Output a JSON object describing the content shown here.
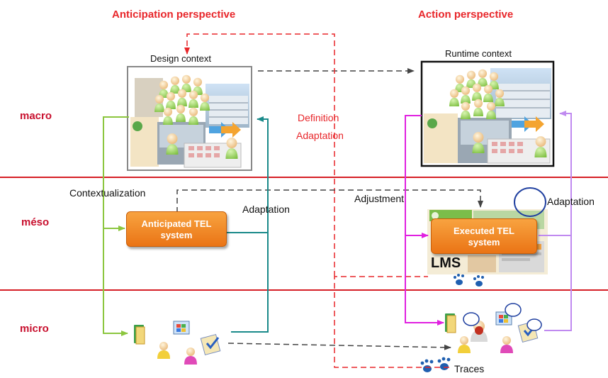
{
  "headers": {
    "anticipation": "Anticipation perspective",
    "action": "Action perspective"
  },
  "levels": {
    "macro": "macro",
    "meso": "méso",
    "micro": "micro"
  },
  "contexts": {
    "design": "Design context",
    "runtime": "Runtime context"
  },
  "labels": {
    "definition": "Definition",
    "adaptation_center": "Adaptation",
    "contextualization": "Contextualization",
    "adaptation_left": "Adaptation",
    "adjustment": "Adjustment",
    "adaptation_right": "Adaptation",
    "traces": "Traces",
    "lms": "LMS"
  },
  "systems": {
    "anticipated": [
      "Anticipated TEL",
      "system"
    ],
    "executed": [
      "Executed TEL",
      "system"
    ]
  },
  "colors": {
    "header_red": "#e8262a",
    "level_line": "#d61f26",
    "green_arrow": "#8cc63f",
    "teal_arrow": "#1a8a8a",
    "magenta_arrow": "#e020e0",
    "lavender_arrow": "#c08af0",
    "box_orange": "#f08a26"
  }
}
